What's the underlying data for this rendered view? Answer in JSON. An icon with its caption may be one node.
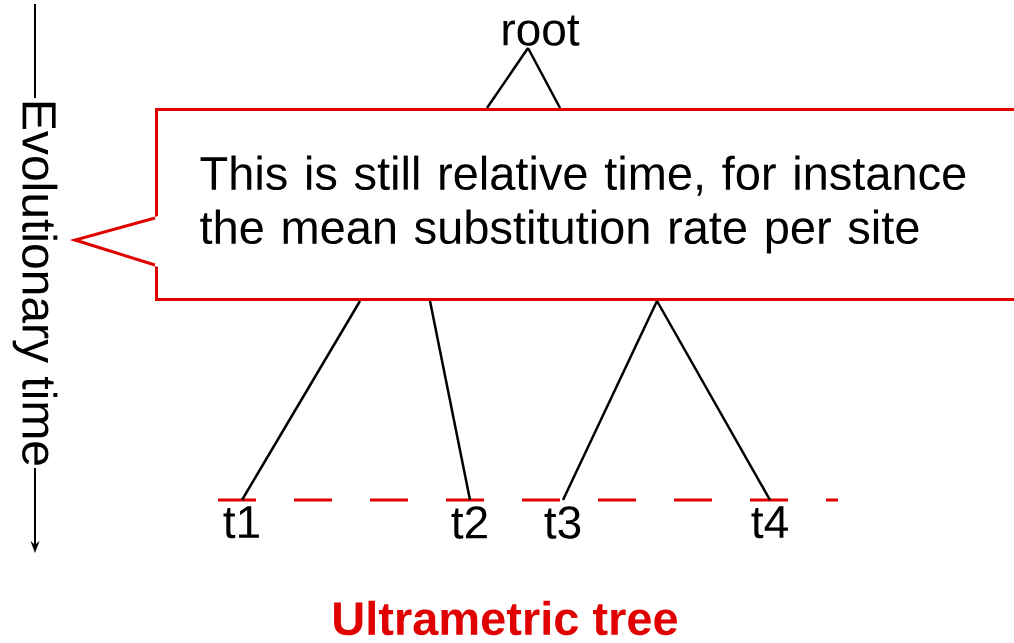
{
  "diagram": {
    "title": "Ultrametric tree",
    "nodes": [
      {
        "text": [
          "root"
        ]
      },
      {
        "text": [
          "t1"
        ]
      },
      {
        "text": [
          "t2"
        ]
      },
      {
        "text": [
          "t3"
        ]
      },
      {
        "text": [
          "t4"
        ]
      },
      {
        "text": [
          "This is still relative time, for instance the mean substitution rate per site"
        ]
      }
    ],
    "edges": [
      {
        "from": 0,
        "to": 5,
        "arrow": "none"
      },
      {
        "from": 0,
        "to": 5,
        "arrow": "none"
      },
      {
        "from": 5,
        "to": 1,
        "arrow": "none"
      },
      {
        "from": 5,
        "to": 2,
        "arrow": "none"
      },
      {
        "from": 5,
        "to": 3,
        "arrow": "none"
      },
      {
        "from": 5,
        "to": 4,
        "arrow": "none"
      }
    ],
    "labels": [
      "Evolutionary time"
    ]
  }
}
